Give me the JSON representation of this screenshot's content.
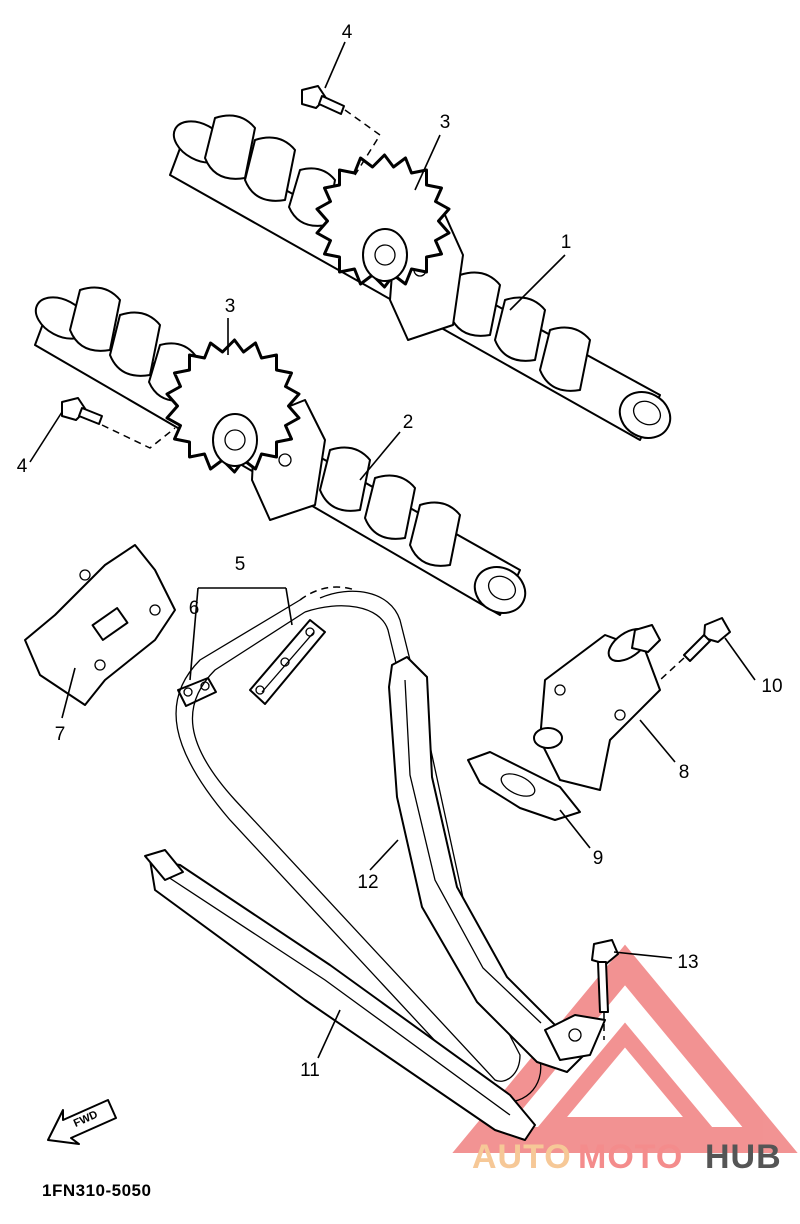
{
  "diagram_code": "1FN310-5050",
  "fwd_label": "FWD",
  "watermark": {
    "text_a": "AUTO",
    "text_b": "MOTO",
    "text_c": "HUB",
    "color_a": "#f6c897",
    "color_b": "#f48c8c",
    "color_c": "#555555",
    "triangle_color": "#f08080"
  },
  "callouts": {
    "c1": "1",
    "c2": "2",
    "c3a": "3",
    "c3b": "3",
    "c4a": "4",
    "c4b": "4",
    "c5": "5",
    "c6": "6",
    "c7": "7",
    "c8": "8",
    "c9": "9",
    "c10": "10",
    "c11": "11",
    "c12": "12",
    "c13": "13"
  }
}
